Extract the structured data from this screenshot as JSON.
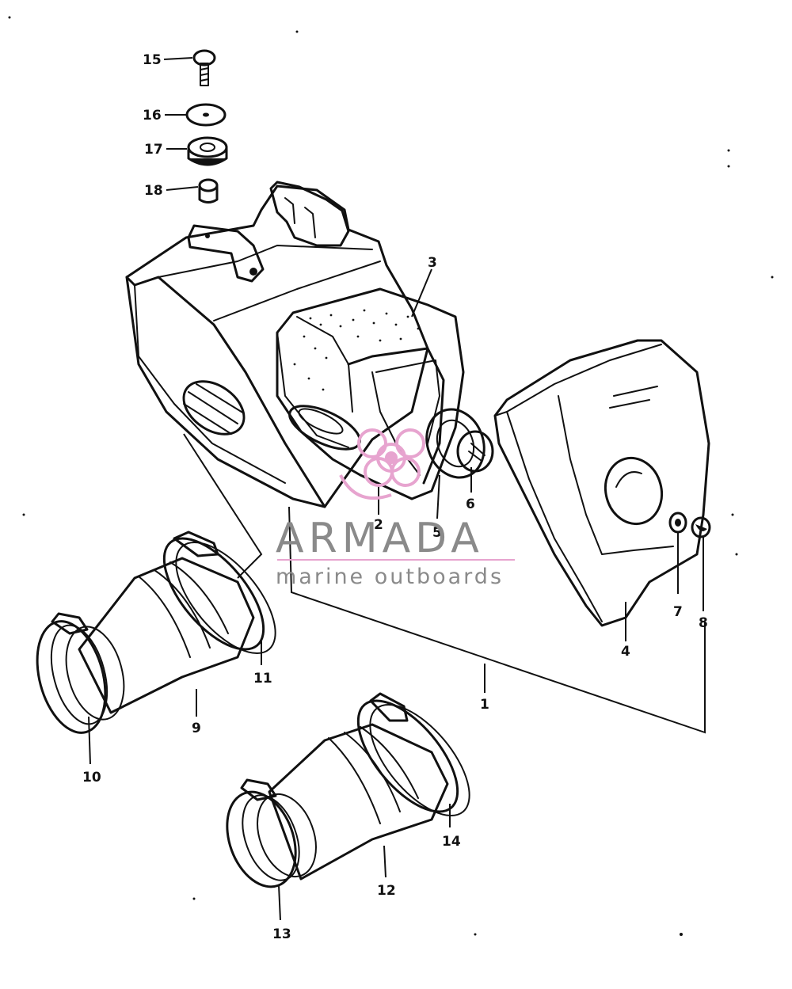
{
  "diagram": {
    "parts": [
      {
        "id": "p1",
        "label": "1"
      },
      {
        "id": "p2",
        "label": "2"
      },
      {
        "id": "p3",
        "label": "3"
      },
      {
        "id": "p4",
        "label": "4"
      },
      {
        "id": "p5",
        "label": "5"
      },
      {
        "id": "p6",
        "label": "6"
      },
      {
        "id": "p7",
        "label": "7"
      },
      {
        "id": "p8",
        "label": "8"
      },
      {
        "id": "p9",
        "label": "9"
      },
      {
        "id": "p10",
        "label": "10"
      },
      {
        "id": "p11",
        "label": "11"
      },
      {
        "id": "p12",
        "label": "12"
      },
      {
        "id": "p13",
        "label": "13"
      },
      {
        "id": "p14",
        "label": "14"
      },
      {
        "id": "p15",
        "label": "15"
      },
      {
        "id": "p16",
        "label": "16"
      },
      {
        "id": "p17",
        "label": "17"
      },
      {
        "id": "p18",
        "label": "18"
      }
    ]
  },
  "watermark": {
    "brand": "ARMADA",
    "tagline": "marine outboards",
    "accent_color": "#e7a4cf",
    "text_color": "#8a8a8a"
  }
}
